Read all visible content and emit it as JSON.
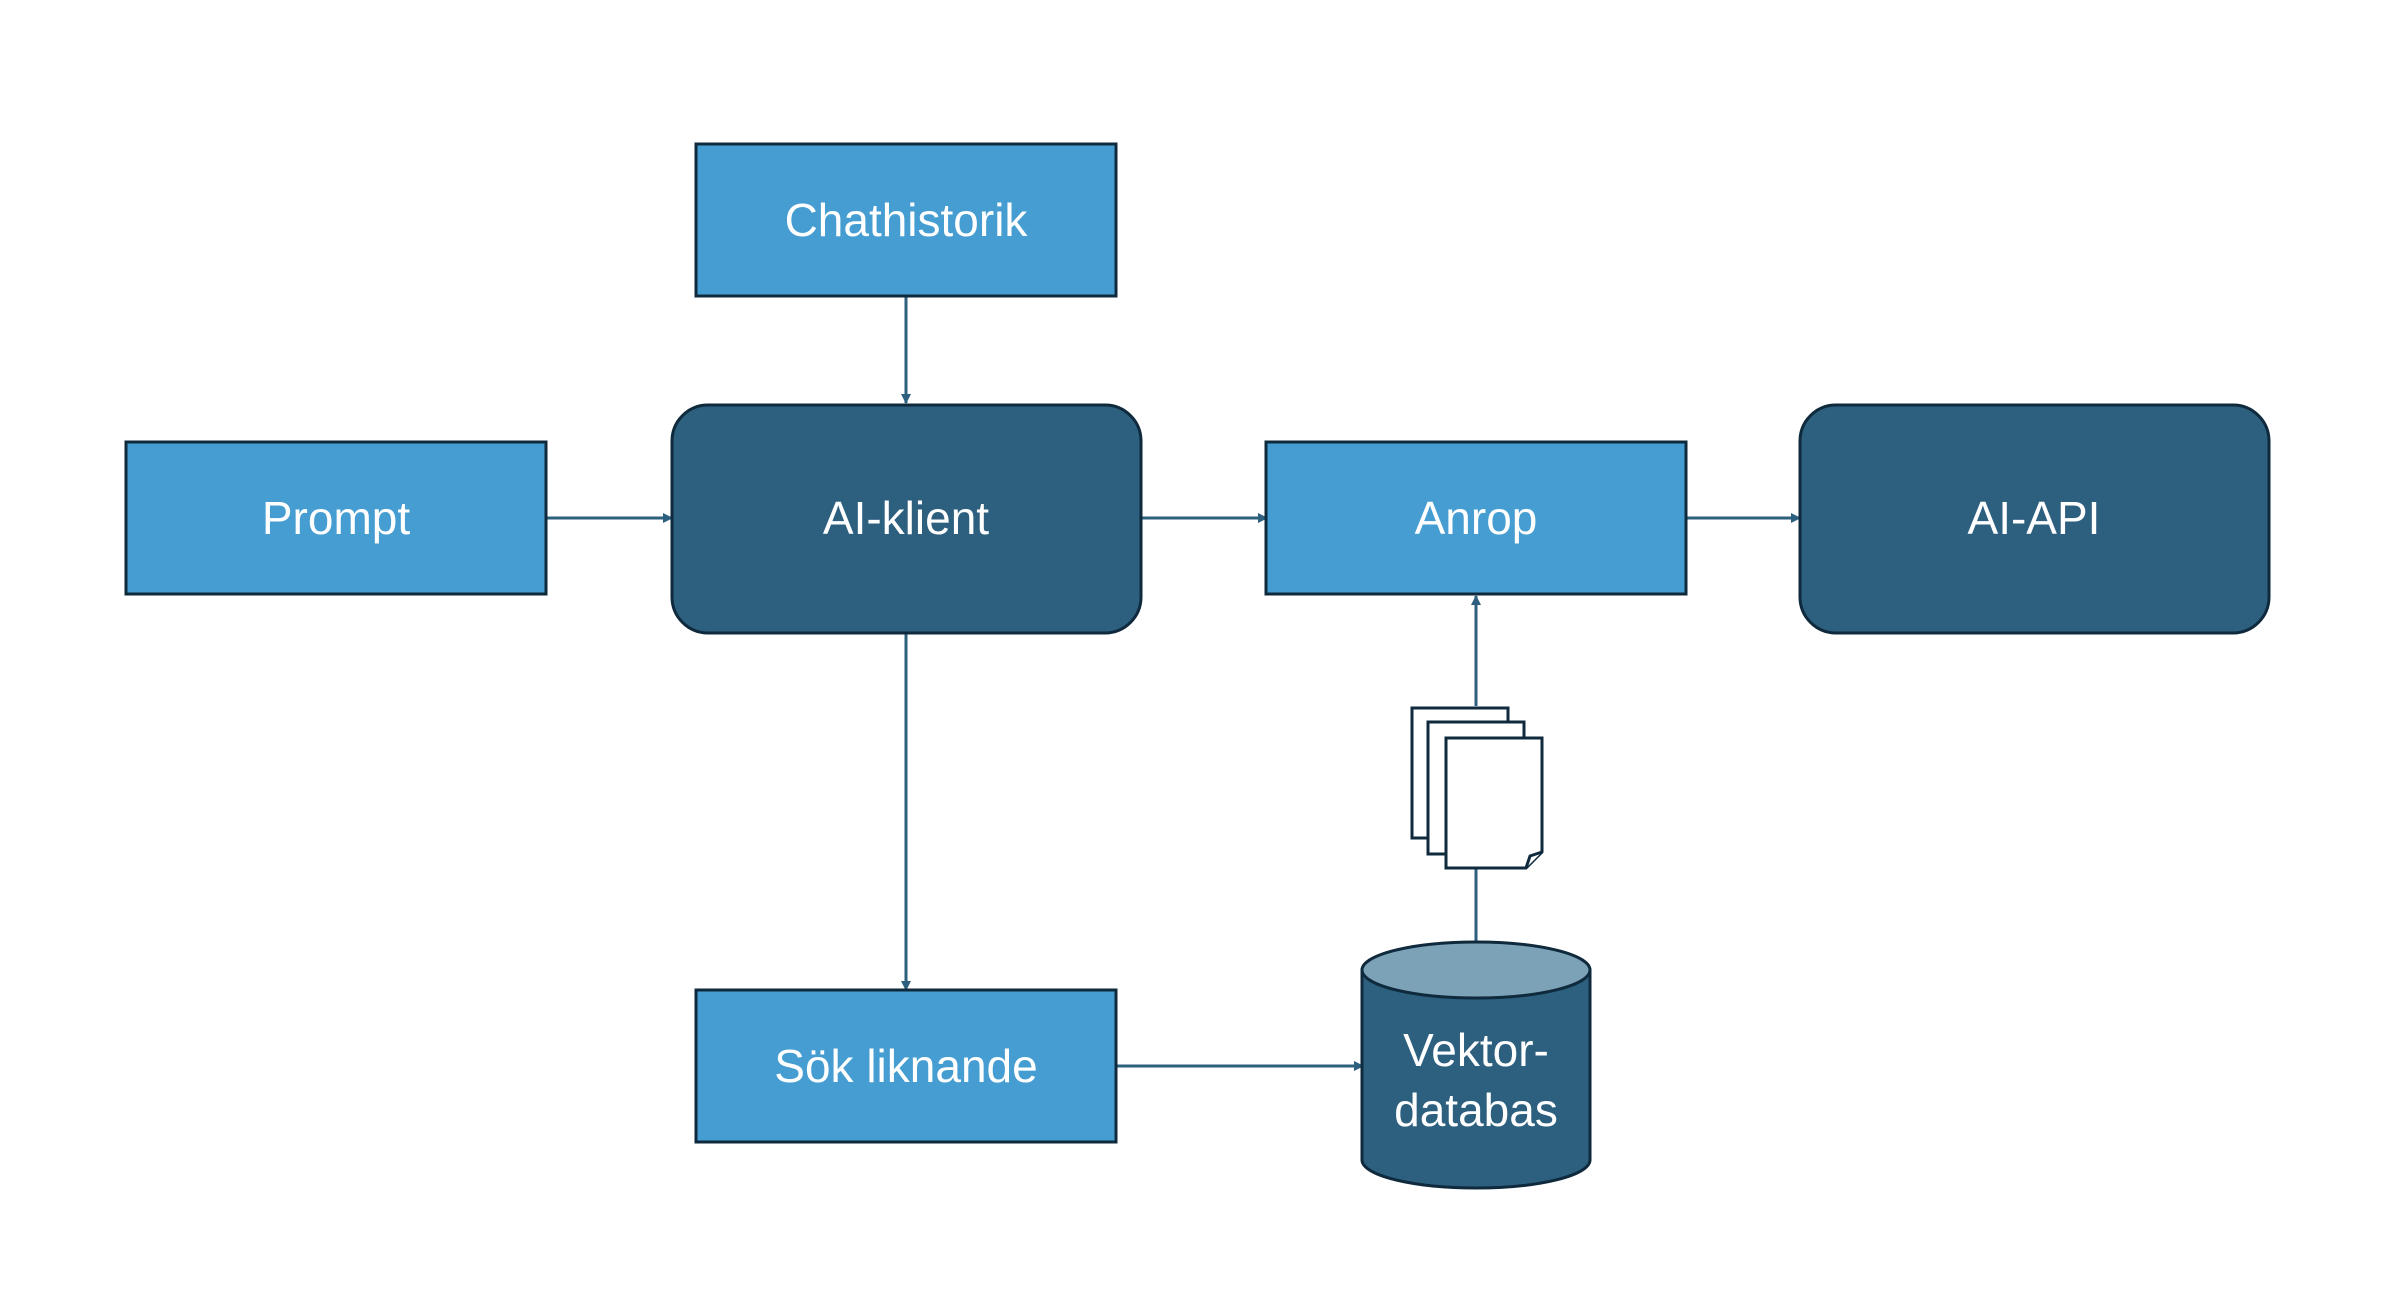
{
  "nodes": {
    "chathistorik": {
      "label": "Chathistorik"
    },
    "prompt": {
      "label": "Prompt"
    },
    "ai_klient": {
      "label": "AI-klient"
    },
    "anrop": {
      "label": "Anrop"
    },
    "ai_api": {
      "label": "AI-API"
    },
    "sok_liknande": {
      "label": "Sök liknande"
    },
    "vektordatabas": {
      "line1": "Vektor-",
      "line2": "databas"
    }
  },
  "colors": {
    "light_box": "#459dd1",
    "dark_box": "#2d5f7f",
    "border": "#0f2a3c",
    "arrow": "#2d5f7f",
    "cylinder_top": "#7ba2b6",
    "document": "#ffffff"
  }
}
